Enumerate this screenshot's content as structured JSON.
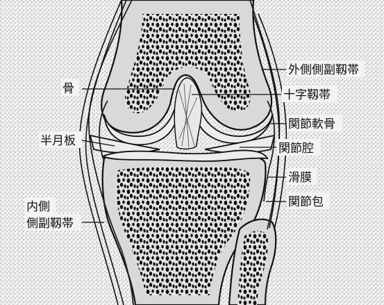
{
  "labels": {
    "bone": "骨",
    "lateral_collateral_ligament": "外側側副靱帯",
    "cruciate_ligament": "十字靱帯",
    "articular_cartilage": "関節軟骨",
    "meniscus": "半月板",
    "joint_cavity": "関節腔",
    "synovial_membrane": "滑膜",
    "joint_capsule": "関節包",
    "medial_collateral_ligament_line1": "内側",
    "medial_collateral_ligament_line2": "側副靱帯"
  },
  "colors": {
    "background": "#ffffff",
    "ink": "#111111",
    "stipple": "#9a9a9a",
    "bone_fill": "#d9d9d9"
  }
}
